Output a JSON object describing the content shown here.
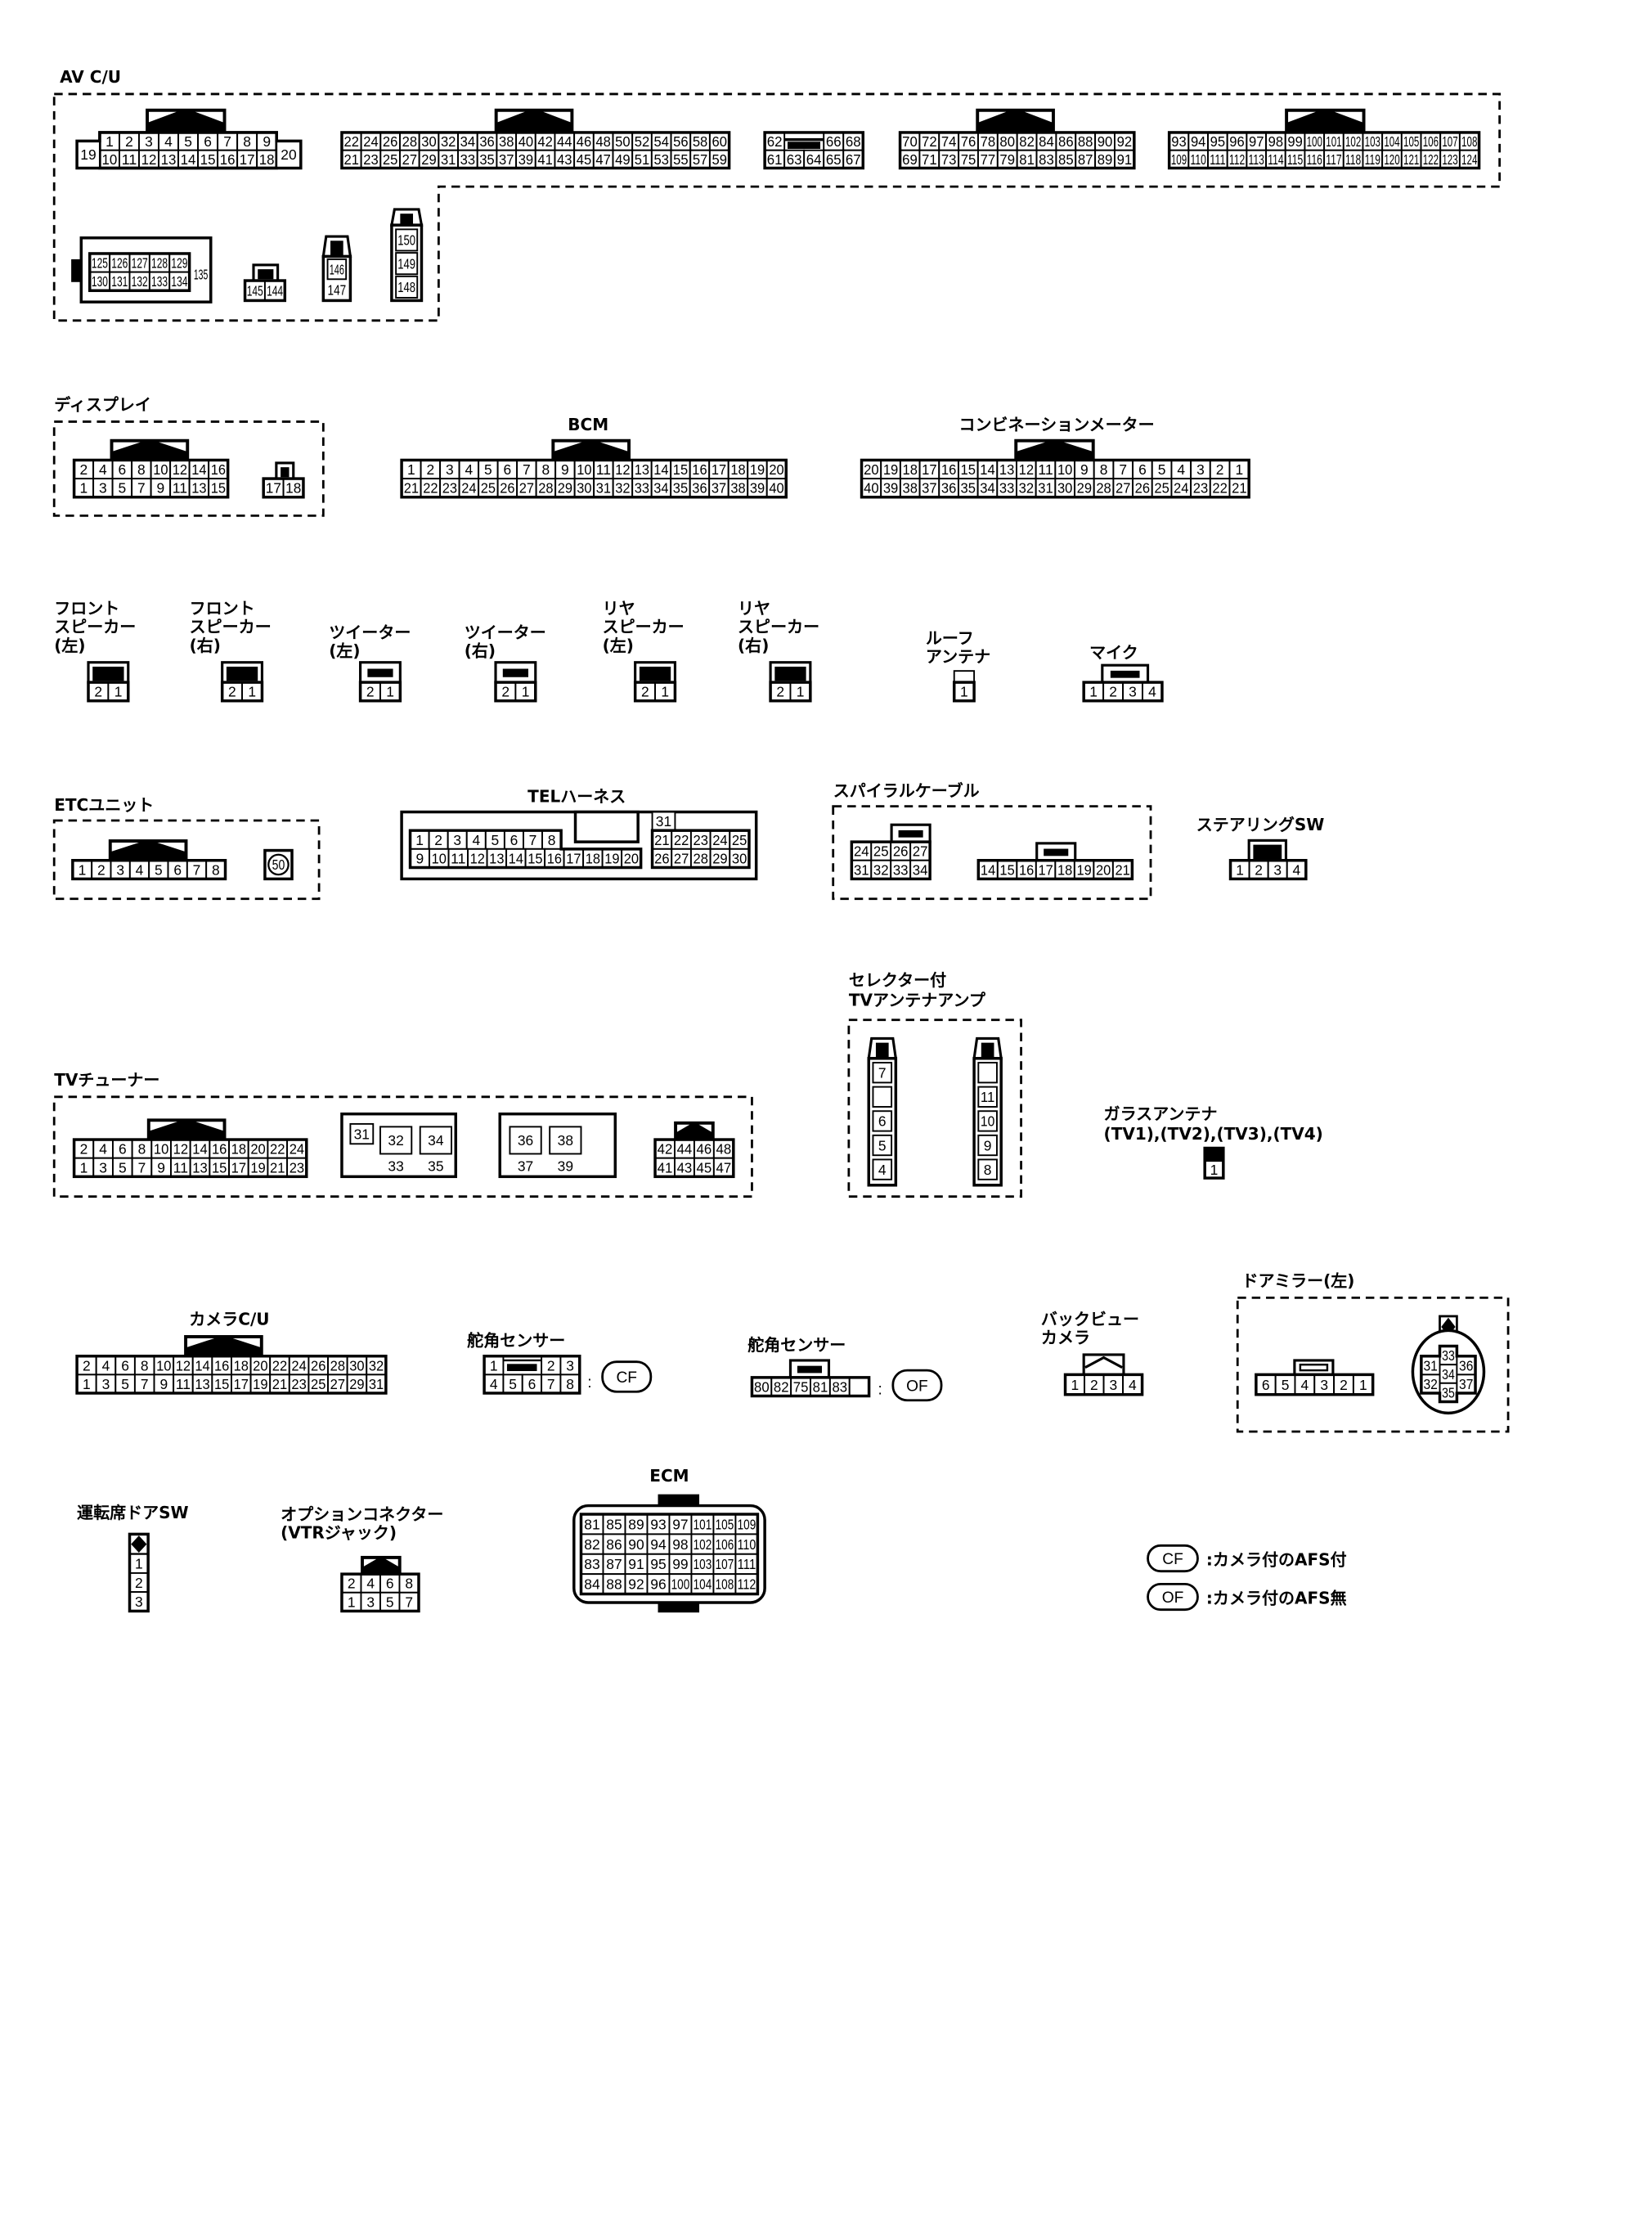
{
  "connectors": {
    "av_cu": {
      "label": "AV C/U",
      "a": {
        "top": [
          "1",
          "2",
          "3",
          "4",
          "5",
          "6",
          "7",
          "8",
          "9"
        ],
        "bottom": [
          "10",
          "11",
          "12",
          "13",
          "14",
          "15",
          "16",
          "17",
          "18"
        ],
        "left": "19",
        "right": "20"
      },
      "b": {
        "top": [
          "22",
          "24",
          "26",
          "28",
          "30",
          "32",
          "34",
          "36",
          "38",
          "40",
          "42",
          "44",
          "46",
          "48",
          "50",
          "52",
          "54",
          "56",
          "58",
          "60"
        ],
        "bottom": [
          "21",
          "23",
          "25",
          "27",
          "29",
          "31",
          "33",
          "35",
          "37",
          "39",
          "41",
          "43",
          "45",
          "47",
          "49",
          "51",
          "53",
          "55",
          "57",
          "59"
        ]
      },
      "c": {
        "top": [
          "62",
          "66",
          "68"
        ],
        "bottom": [
          "61",
          "63",
          "64",
          "65",
          "67"
        ]
      },
      "d": {
        "top": [
          "70",
          "72",
          "74",
          "76",
          "78",
          "80",
          "82",
          "84",
          "86",
          "88",
          "90",
          "92"
        ],
        "bottom": [
          "69",
          "71",
          "73",
          "75",
          "77",
          "79",
          "81",
          "83",
          "85",
          "87",
          "89",
          "91"
        ]
      },
      "e": {
        "top": [
          "93",
          "94",
          "95",
          "96",
          "97",
          "98",
          "99",
          "100",
          "101",
          "102",
          "103",
          "104",
          "105",
          "106",
          "107",
          "108"
        ],
        "bottom": [
          "109",
          "110",
          "111",
          "112",
          "113",
          "114",
          "115",
          "116",
          "117",
          "118",
          "119",
          "120",
          "121",
          "122",
          "123",
          "124"
        ]
      },
      "f": {
        "top": [
          "125",
          "126",
          "127",
          "128",
          "129"
        ],
        "bottom": [
          "130",
          "131",
          "132",
          "133",
          "134"
        ],
        "side": "135"
      },
      "g": {
        "pins": [
          "145",
          "144"
        ]
      },
      "h": {
        "pin": "146",
        "below": "147"
      },
      "i": {
        "pins": [
          "150",
          "149",
          "148"
        ]
      }
    },
    "display": {
      "label": "ディスプレイ",
      "top": [
        "2",
        "4",
        "6",
        "8",
        "10",
        "12",
        "14",
        "16"
      ],
      "bottom": [
        "1",
        "3",
        "5",
        "7",
        "9",
        "11",
        "13",
        "15"
      ],
      "side": [
        "17",
        "18"
      ]
    },
    "bcm": {
      "label": "BCM",
      "top": [
        "1",
        "2",
        "3",
        "4",
        "5",
        "6",
        "7",
        "8",
        "9",
        "10",
        "11",
        "12",
        "13",
        "14",
        "15",
        "16",
        "17",
        "18",
        "19",
        "20"
      ],
      "bottom": [
        "21",
        "22",
        "23",
        "24",
        "25",
        "26",
        "27",
        "28",
        "29",
        "30",
        "31",
        "32",
        "33",
        "34",
        "35",
        "36",
        "37",
        "38",
        "39",
        "40"
      ]
    },
    "combination_meter": {
      "label": "コンビネーションメーター",
      "top": [
        "20",
        "19",
        "18",
        "17",
        "16",
        "15",
        "14",
        "13",
        "12",
        "11",
        "10",
        "9",
        "8",
        "7",
        "6",
        "5",
        "4",
        "3",
        "2",
        "1"
      ],
      "bottom": [
        "40",
        "39",
        "38",
        "37",
        "36",
        "35",
        "34",
        "33",
        "32",
        "31",
        "30",
        "29",
        "28",
        "27",
        "26",
        "25",
        "24",
        "23",
        "22",
        "21"
      ]
    },
    "front_speaker_left": {
      "label": [
        "フロント",
        "スピーカー",
        "(左)"
      ],
      "pins": [
        "2",
        "1"
      ]
    },
    "front_speaker_right": {
      "label": [
        "フロント",
        "スピーカー",
        "(右)"
      ],
      "pins": [
        "2",
        "1"
      ]
    },
    "tweeter_left": {
      "label": [
        "ツイーター",
        "(左)"
      ],
      "pins": [
        "2",
        "1"
      ]
    },
    "tweeter_right": {
      "label": [
        "ツイーター",
        "(右)"
      ],
      "pins": [
        "2",
        "1"
      ]
    },
    "rear_speaker_left": {
      "label": [
        "リヤ",
        "スピーカー",
        "(左)"
      ],
      "pins": [
        "2",
        "1"
      ]
    },
    "rear_speaker_right": {
      "label": [
        "リヤ",
        "スピーカー",
        "(右)"
      ],
      "pins": [
        "2",
        "1"
      ]
    },
    "roof_antenna": {
      "label": [
        "ルーフ",
        "アンテナ"
      ],
      "pins": [
        "1"
      ]
    },
    "mic": {
      "label": "マイク",
      "pins": [
        "1",
        "2",
        "3",
        "4"
      ]
    },
    "etc_unit": {
      "label": "ETCユニット",
      "pins": [
        "1",
        "2",
        "3",
        "4",
        "5",
        "6",
        "7",
        "8"
      ],
      "badge": "50"
    },
    "tel_harness": {
      "label": "TELハーネス",
      "r1": [
        "1",
        "2",
        "3",
        "4",
        "5",
        "6",
        "7",
        "8"
      ],
      "r2": [
        "9",
        "10",
        "11",
        "12",
        "13",
        "14",
        "15",
        "16",
        "17",
        "18",
        "19",
        "20"
      ],
      "top_single": "31",
      "r1b": [
        "21",
        "22",
        "23",
        "24",
        "25"
      ],
      "r2b": [
        "26",
        "27",
        "28",
        "29",
        "30"
      ]
    },
    "spiral_cable": {
      "label": "スパイラルケーブル",
      "left_top": [
        "24",
        "25",
        "26",
        "27"
      ],
      "left_bottom": [
        "31",
        "32",
        "33",
        "34"
      ],
      "right": [
        "14",
        "15",
        "16",
        "17",
        "18",
        "19",
        "20",
        "21"
      ]
    },
    "steering_sw": {
      "label": "ステアリングSW",
      "pins": [
        "1",
        "2",
        "3",
        "4"
      ]
    },
    "tv_tuner": {
      "label": "TVチューナー",
      "top": [
        "2",
        "4",
        "6",
        "8",
        "10",
        "12",
        "14",
        "16",
        "18",
        "20",
        "22",
        "24"
      ],
      "bottom": [
        "1",
        "3",
        "5",
        "7",
        "9",
        "11",
        "13",
        "15",
        "17",
        "19",
        "21",
        "23"
      ],
      "box1": {
        "small": "31",
        "pins": [
          "32",
          "34"
        ],
        "below": [
          "33",
          "35"
        ]
      },
      "box2": {
        "pins": [
          "36",
          "38"
        ],
        "below": [
          "37",
          "39"
        ]
      },
      "right_top": [
        "42",
        "44",
        "46",
        "48"
      ],
      "right_bottom": [
        "41",
        "43",
        "45",
        "47"
      ]
    },
    "tv_antenna_amp": {
      "label": [
        "セレクター付",
        "TVアンテナアンプ"
      ],
      "left": [
        "7",
        "",
        "6",
        "5",
        "4"
      ],
      "right": [
        "",
        "11",
        "10",
        "9",
        "8"
      ]
    },
    "glass_antenna": {
      "label": [
        "ガラスアンテナ",
        "(TV1),(TV2),(TV3),(TV4)"
      ],
      "pins": [
        "1"
      ]
    },
    "camera_cu": {
      "label": "カメラC/U",
      "top": [
        "2",
        "4",
        "6",
        "8",
        "10",
        "12",
        "14",
        "16",
        "18",
        "20",
        "22",
        "24",
        "26",
        "28",
        "30",
        "32"
      ],
      "bottom": [
        "1",
        "3",
        "5",
        "7",
        "9",
        "11",
        "13",
        "15",
        "17",
        "19",
        "21",
        "23",
        "25",
        "27",
        "29",
        "31"
      ]
    },
    "steering_angle_sensor_cf": {
      "label": "舵角センサー",
      "top": [
        "1",
        "2",
        "3"
      ],
      "bottom": [
        "4",
        "5",
        "6",
        "7",
        "8"
      ],
      "colon": ":",
      "tag": "CF"
    },
    "steering_angle_sensor_of": {
      "label": "舵角センサー",
      "pins": [
        "80",
        "82",
        "75",
        "81",
        "83",
        ""
      ],
      "colon": ":",
      "tag": "OF"
    },
    "back_view_camera": {
      "label": [
        "バックビュー",
        "カメラ"
      ],
      "pins": [
        "1",
        "2",
        "3",
        "4"
      ]
    },
    "door_mirror_left": {
      "label": "ドアミラー(左)",
      "pins": [
        "6",
        "5",
        "4",
        "3",
        "2",
        "1"
      ],
      "round": {
        "center": [
          "33",
          "34",
          "35"
        ],
        "left": [
          "31",
          "32"
        ],
        "right": [
          "36",
          "37"
        ]
      }
    },
    "driver_door_sw": {
      "label": "運転席ドアSW",
      "pins": [
        "1",
        "2",
        "3"
      ]
    },
    "option_connector": {
      "label": [
        "オプションコネクター",
        "(VTRジャック)"
      ],
      "top": [
        "2",
        "4",
        "6",
        "8"
      ],
      "bottom": [
        "1",
        "3",
        "5",
        "7"
      ]
    },
    "ecm": {
      "label": "ECM",
      "rows": [
        [
          "81",
          "85",
          "89",
          "93",
          "97",
          "101",
          "105",
          "109"
        ],
        [
          "82",
          "86",
          "90",
          "94",
          "98",
          "102",
          "106",
          "110"
        ],
        [
          "83",
          "87",
          "91",
          "95",
          "99",
          "103",
          "107",
          "111"
        ],
        [
          "84",
          "88",
          "92",
          "96",
          "100",
          "104",
          "108",
          "112"
        ]
      ]
    }
  },
  "legend": [
    {
      "tag": "CF",
      "text": ":カメラ付のAFS付"
    },
    {
      "tag": "OF",
      "text": ":カメラ付のAFS無"
    }
  ]
}
